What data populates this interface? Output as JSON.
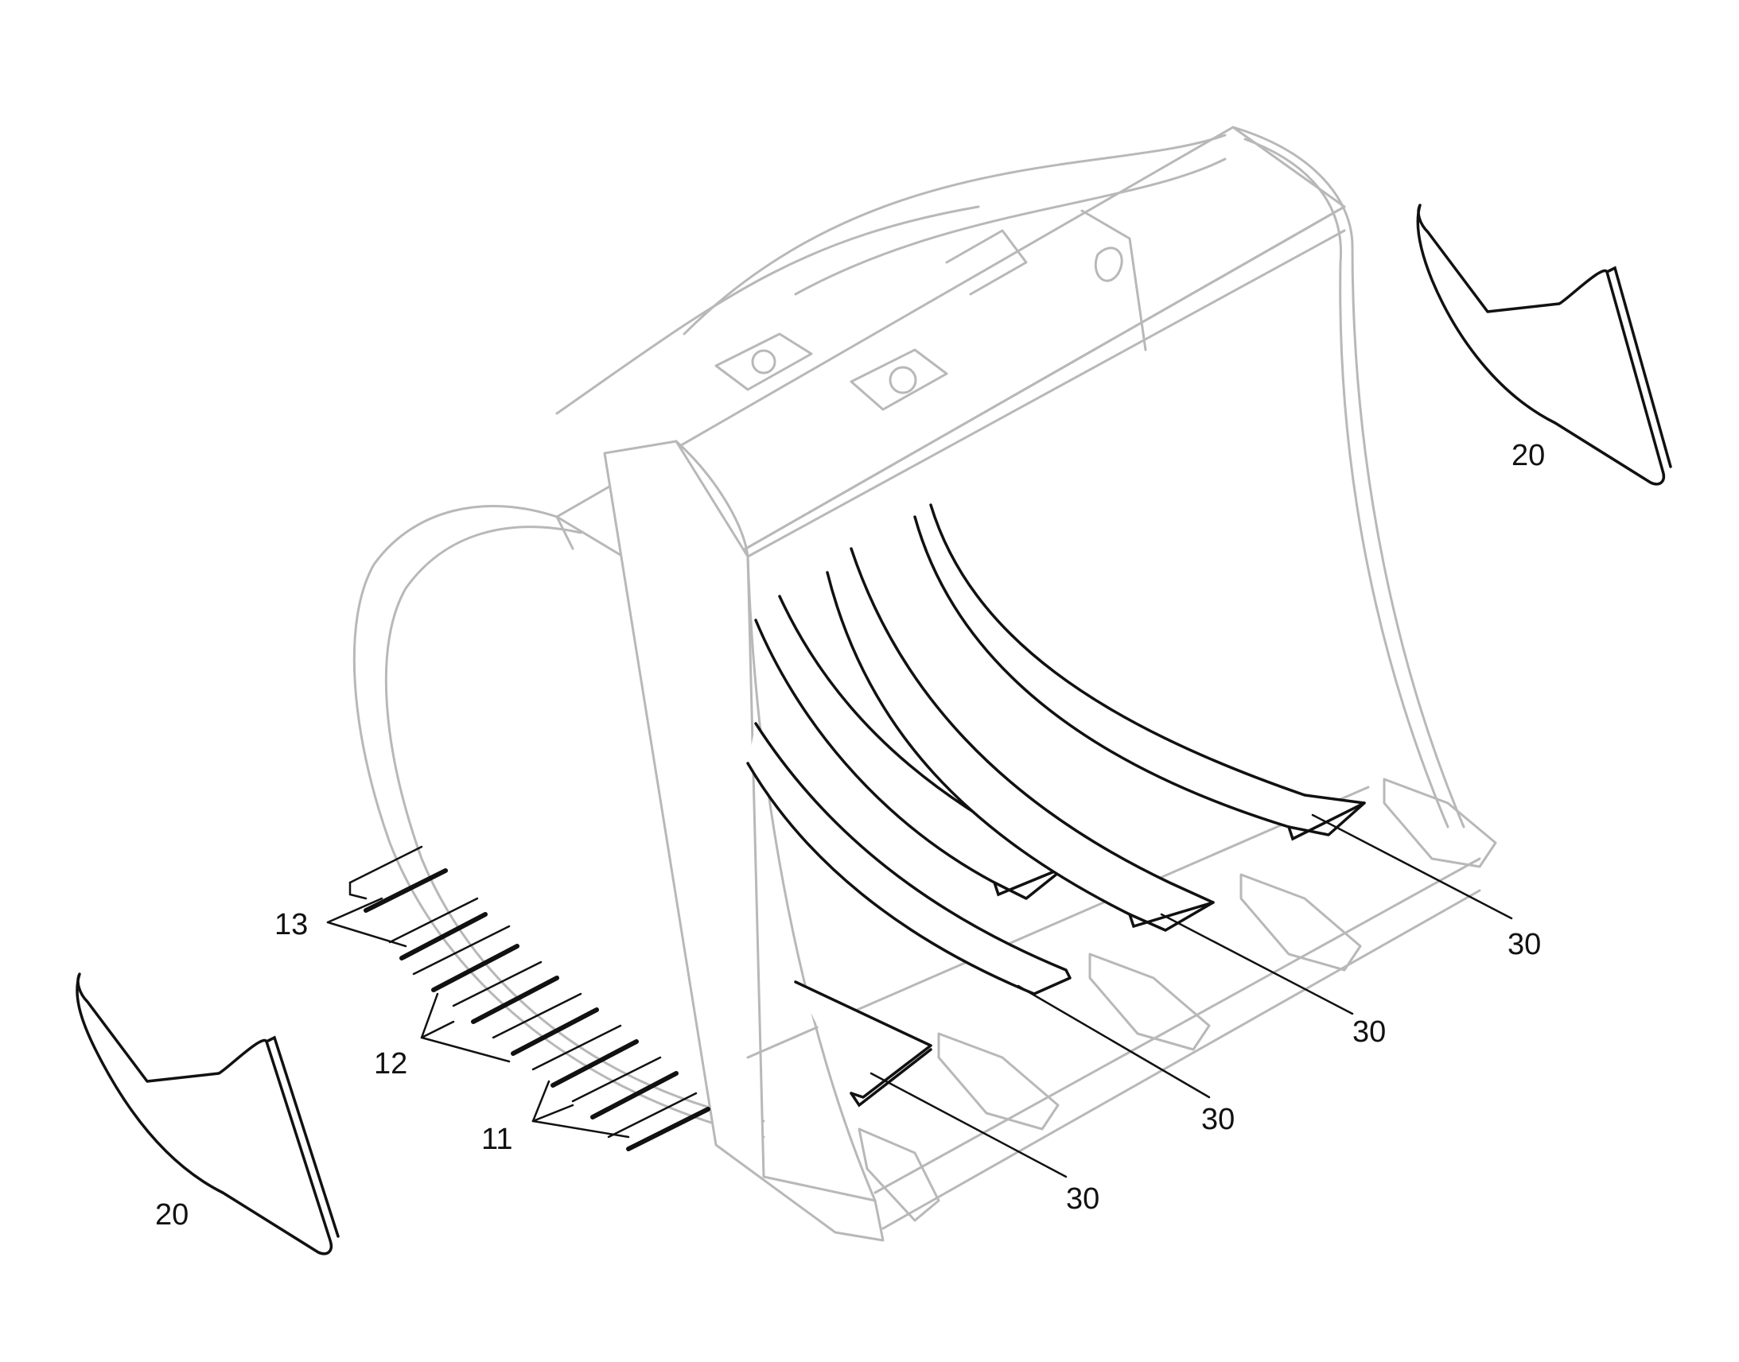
{
  "figure": {
    "labels": {
      "wear_plate_20_left": "20",
      "wear_plate_20_right": "20",
      "liner_30_a": "30",
      "liner_30_b": "30",
      "liner_30_c": "30",
      "liner_30_d": "30",
      "strip_13": "13",
      "strip_12": "12",
      "strip_11": "11"
    },
    "colors": {
      "ghost_line": "#b8b8b8",
      "part_line": "#111111",
      "background": "#ffffff"
    }
  }
}
